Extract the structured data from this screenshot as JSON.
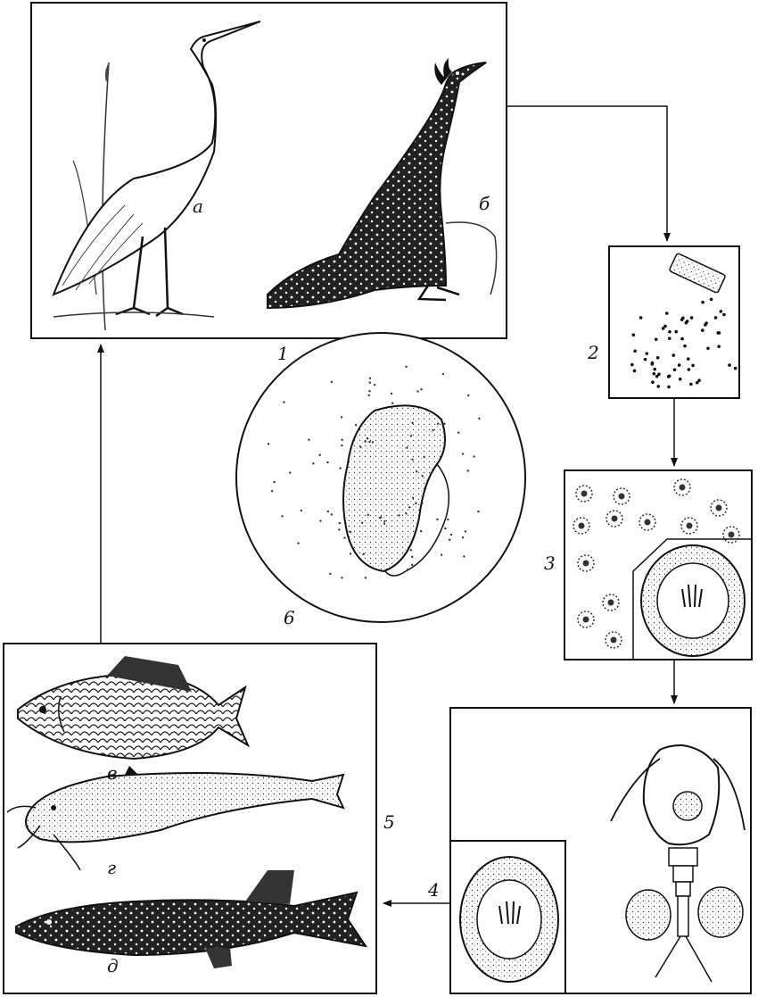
{
  "stages": {
    "s1": {
      "number": "1",
      "animals": {
        "a": "а",
        "b": "б"
      }
    },
    "s2": {
      "number": "2"
    },
    "s3": {
      "number": "3"
    },
    "s4": {
      "number": "4"
    },
    "s5": {
      "number": "5",
      "animals": {
        "v": "в",
        "g": "г",
        "d": "д"
      }
    },
    "s6": {
      "number": "6"
    }
  },
  "icons": [
    "heron-icon",
    "cormorant-icon",
    "egg-spread-icon",
    "egg-icon",
    "copepod-icon",
    "carp-icon",
    "catfish-icon",
    "pike-icon",
    "larva-circle-icon"
  ]
}
